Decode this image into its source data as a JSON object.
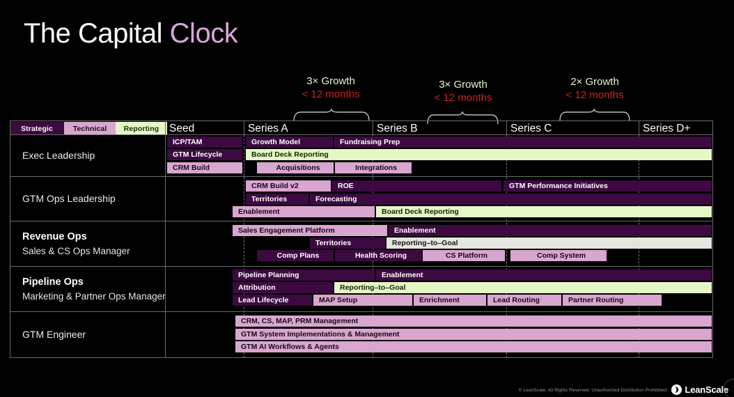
{
  "title": {
    "main": "The Capital ",
    "accent": "Clock"
  },
  "legend": [
    {
      "label": "Strategic",
      "key": "strategic",
      "color": "#3c0a40"
    },
    {
      "label": "Technical",
      "key": "technical",
      "color": "#d9a6cf"
    },
    {
      "label": "Reporting",
      "key": "reporting",
      "color": "#e4f7c4"
    }
  ],
  "growth_markers": [
    {
      "multiplier": "3× Growth",
      "duration": "< 12 months"
    },
    {
      "multiplier": "3× Growth",
      "duration": "< 12 months"
    },
    {
      "multiplier": "2× Growth",
      "duration": "< 12 months"
    }
  ],
  "stages": [
    {
      "label": "Seed"
    },
    {
      "label": "Series A"
    },
    {
      "label": "Series B"
    },
    {
      "label": "Series C"
    },
    {
      "label": "Series D+"
    }
  ],
  "rows": [
    {
      "title": "Exec Leadership",
      "subtitle": "",
      "bold": false,
      "bars": [
        {
          "label": "ICP/TAM",
          "type": "strategic"
        },
        {
          "label": "Growth Model",
          "type": "strategic"
        },
        {
          "label": "Fundraising Prep",
          "type": "strategic"
        },
        {
          "label": "GTM Lifecycle",
          "type": "strategic"
        },
        {
          "label": "Board Deck Reporting",
          "type": "reporting"
        },
        {
          "label": "CRM Build",
          "type": "technical"
        },
        {
          "label": "Acquisitions",
          "type": "technical"
        },
        {
          "label": "Integrations",
          "type": "technical"
        }
      ]
    },
    {
      "title": "GTM Ops Leadership",
      "subtitle": "",
      "bold": false,
      "bars": [
        {
          "label": "CRM Build v2",
          "type": "technical"
        },
        {
          "label": "ROE",
          "type": "strategic"
        },
        {
          "label": "GTM Performance Initiatives",
          "type": "strategic"
        },
        {
          "label": "Territories",
          "type": "strategic"
        },
        {
          "label": "Forecasting",
          "type": "strategic"
        },
        {
          "label": "Enablement",
          "type": "technical"
        },
        {
          "label": "Board Deck Reporting",
          "type": "reporting"
        }
      ]
    },
    {
      "title": "Revenue Ops",
      "subtitle": "Sales & CS Ops Manager",
      "bold": true,
      "bars": [
        {
          "label": "Sales Engagement Platform",
          "type": "technical"
        },
        {
          "label": "Enablement",
          "type": "strategic"
        },
        {
          "label": "Territories",
          "type": "strategic"
        },
        {
          "label": "Reporting–to–Goal",
          "type": "neutral"
        },
        {
          "label": "Comp Plans",
          "type": "strategic"
        },
        {
          "label": "Health Scoring",
          "type": "strategic"
        },
        {
          "label": "CS Platform",
          "type": "technical"
        },
        {
          "label": "Comp System",
          "type": "technical"
        }
      ]
    },
    {
      "title": "Pipeline Ops",
      "subtitle": "Marketing & Partner Ops Manager",
      "bold": true,
      "bars": [
        {
          "label": "Pipeline Planning",
          "type": "strategic"
        },
        {
          "label": "Enablement",
          "type": "strategic"
        },
        {
          "label": "Attribution",
          "type": "strategic"
        },
        {
          "label": "Reporting–to–Goal",
          "type": "reporting"
        },
        {
          "label": "Lead Lifecycle",
          "type": "strategic"
        },
        {
          "label": "MAP Setup",
          "type": "technical"
        },
        {
          "label": "Enrichment",
          "type": "technical"
        },
        {
          "label": "Lead Routing",
          "type": "technical"
        },
        {
          "label": "Partner Routing",
          "type": "technical"
        }
      ]
    },
    {
      "title": "GTM Engineer",
      "subtitle": "",
      "bold": false,
      "bars": [
        {
          "label": "CRM, CS, MAP, PRM Management",
          "type": "technical"
        },
        {
          "label": "GTM System Implementations & Management",
          "type": "technical"
        },
        {
          "label": "GTM AI Workflows & Agents",
          "type": "technical"
        }
      ]
    }
  ],
  "footer": {
    "copyright": "© LeanScale. All Rights Reserved. Unauthorized Distribution Prohibited.",
    "brand": "LeanScale"
  }
}
